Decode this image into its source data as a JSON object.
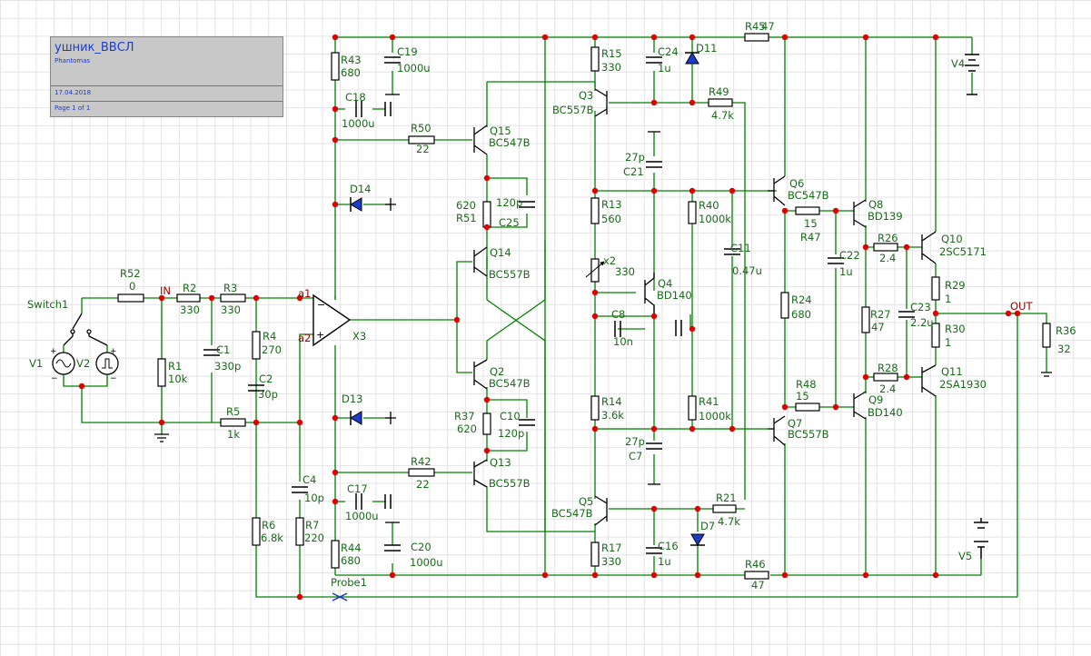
{
  "title_block": {
    "title": "ушник_ВВСЛ",
    "author": "Phantomas",
    "date": "17.04.2018",
    "page": "Page 1 of 1"
  },
  "colors": {
    "wire": "#008000",
    "label": "#1a6b1a",
    "component": "#000000",
    "junction": "#e00000",
    "diode_fill": "#1a3cc8",
    "net_label": "#a00000"
  },
  "net_labels": {
    "in": "IN",
    "out": "OUT",
    "a1": "a1",
    "a2": "a2"
  },
  "labels": {
    "R52": "R52",
    "R52v": "0",
    "R2": "R2",
    "R2v": "330",
    "R3": "R3",
    "R3v": "330",
    "R1": "R1",
    "R1v": "10k",
    "C1": "C1",
    "C1v": "330p",
    "R4": "R4",
    "R4v": "270",
    "C2": "C2",
    "C2v": "30p",
    "R5": "R5",
    "R5v": "1k",
    "C4": "C4",
    "C4v": "10p",
    "R6": "R6",
    "R6v": "6.8k",
    "R7": "R7",
    "R7v": "220",
    "Switch1": "Switch1",
    "V1": "V1",
    "V2": "V2",
    "X3": "X3",
    "R43": "R43",
    "R43v": "680",
    "C19": "C19",
    "C19v": "1000u",
    "C18": "C18",
    "C18v": "1000u",
    "R50": "R50",
    "R50v": "22",
    "Q15": "Q15",
    "Q15t": "BC547B",
    "D14": "D14",
    "R51": "R51",
    "R51v": "620",
    "C25": "C25",
    "C25v": "120p",
    "Q14": "Q14",
    "Q14t": "BC557B",
    "Q2": "Q2",
    "Q2t": "BC547B",
    "R37": "R37",
    "R37v": "620",
    "C10": "C10",
    "C10v": "120p",
    "D13": "D13",
    "R42": "R42",
    "R42v": "22",
    "Q13": "Q13",
    "Q13t": "BC557B",
    "C17": "C17",
    "C17v": "1000u",
    "R44": "R44",
    "R44v": "680",
    "C20": "C20",
    "C20v": "1000u",
    "Probe1": "Probe1",
    "R15": "R15",
    "R15v": "330",
    "C24": "C24",
    "C24v": "1u",
    "D11": "D11",
    "R45": "R45",
    "R45v": "47",
    "Q3": "Q3",
    "Q3t": "BC557B",
    "R49": "R49",
    "R49v": "4.7k",
    "C21": "C21",
    "C21v": "27p",
    "R13": "R13",
    "R13v": "560",
    "R40": "R40",
    "R40v": "1000k",
    "C11": "C11",
    "C11v": "0.47u",
    "x2": "x2",
    "x2v": "330",
    "Q4": "Q4",
    "Q4t": "BD140",
    "C8": "C8",
    "C8v": "10n",
    "R14": "R14",
    "R14v": "3.6k",
    "R41": "R41",
    "R41v": "1000k",
    "C7": "C7",
    "C7v": "27p",
    "Q5": "Q5",
    "Q5t": "BC547B",
    "R21": "R21",
    "R21v": "4.7k",
    "D7": "D7",
    "R17": "R17",
    "R17v": "330",
    "C16": "C16",
    "C16v": "1u",
    "R46": "R46",
    "R46v": "47",
    "Q6": "Q6",
    "Q6t": "BC547B",
    "R47": "R47",
    "R47v": "15",
    "Q8": "Q8",
    "Q8t": "BD139",
    "C22": "C22",
    "C22v": "1u",
    "R24": "R24",
    "R24v": "680",
    "R48": "R48",
    "R48v": "15",
    "Q7": "Q7",
    "Q7t": "BC557B",
    "Q9": "Q9",
    "Q9t": "BD140",
    "R26": "R26",
    "R26v": "2.4",
    "R27": "R27",
    "R27v": "47",
    "C23": "C23",
    "C23v": "2.2u",
    "R28": "R28",
    "R28v": "2.4",
    "Q10": "Q10",
    "Q10t": "2SC5171",
    "R29": "R29",
    "R29v": "1",
    "R30": "R30",
    "R30v": "1",
    "Q11": "Q11",
    "Q11t": "2SA1930",
    "R36": "R36",
    "R36v": "32",
    "V4": "V4",
    "V5": "V5"
  }
}
